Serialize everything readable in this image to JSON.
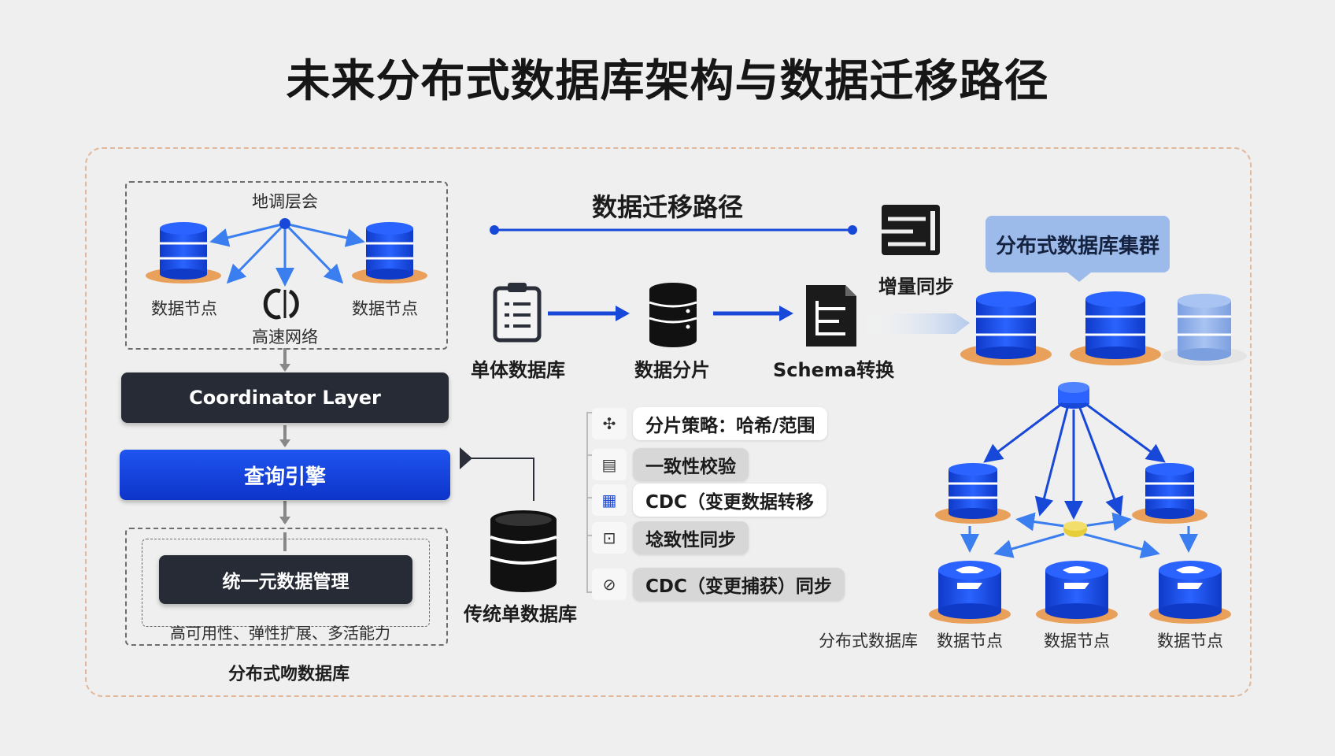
{
  "title": "未来分布式数据库架构与数据迁移路径",
  "left": {
    "top_box_label": "地调层会",
    "node_left": "数据节点",
    "node_right": "数据节点",
    "network": "高速网络",
    "coordinator": "Coordinator Layer",
    "query_engine": "查询引擎",
    "unified": "统一元数据管理",
    "features": "高可用性、弹性扩展、多活能力",
    "caption": "分布式吻数据库"
  },
  "middle": {
    "path_title": "数据迁移路径",
    "steps": [
      "单体数据库",
      "数据分片",
      "Schema转换"
    ],
    "incremental": "增量同步",
    "legacy": "传统单数据库",
    "strategies": [
      {
        "label": "分片策略：哈希/范围",
        "icon": "scatter-icon",
        "style": "white"
      },
      {
        "label": "一致性校验",
        "icon": "grid-icon",
        "style": "gray"
      },
      {
        "label": "CDC（变更数据转移",
        "icon": "blue-grid-icon",
        "style": "white"
      },
      {
        "label": "埝致性同步",
        "icon": "sync-box-icon",
        "style": "gray"
      },
      {
        "label": "CDC（变更捕获）同步",
        "icon": "capture-icon",
        "style": "gray"
      }
    ]
  },
  "right": {
    "cluster": "分布式数据库集群",
    "bottom_caption": "分布式数据库",
    "nodes": [
      "数据节点",
      "数据节点",
      "数据节点"
    ]
  },
  "colors": {
    "blue": "#1848d8",
    "dark": "#262b36",
    "orange": "#e9a05a",
    "frame": "#e2b89a"
  }
}
